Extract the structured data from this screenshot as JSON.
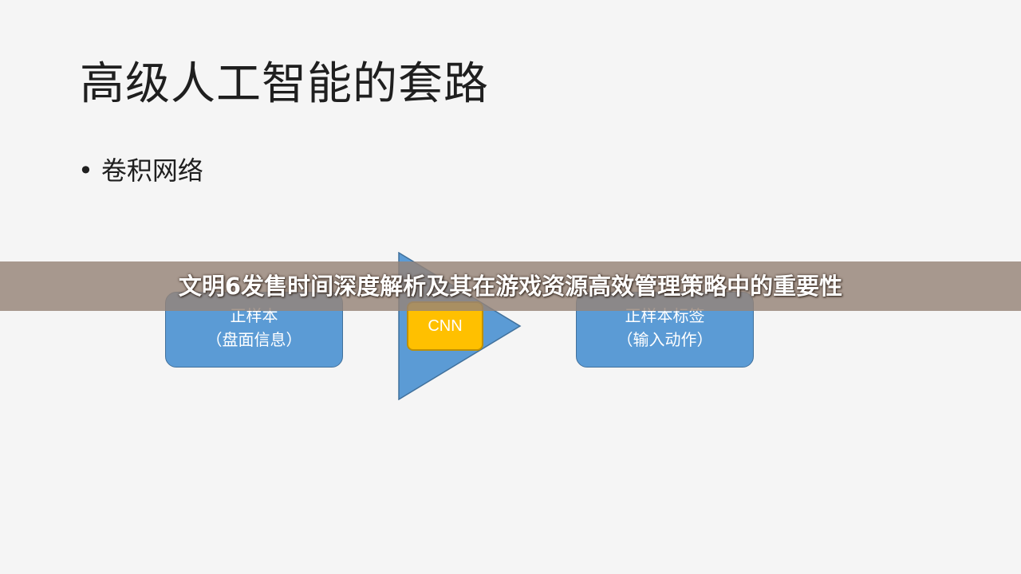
{
  "slide": {
    "title": "高级人工智能的套路",
    "bullet": {
      "marker": "•",
      "text": "卷积网络"
    }
  },
  "diagram": {
    "left_box": {
      "line1": "正样本",
      "line2": "（盘面信息）"
    },
    "center": {
      "label": "CNN"
    },
    "right_box": {
      "line1": "正样本标签",
      "line2": "（输入动作）"
    }
  },
  "overlay": {
    "caption": "文明6发售时间深度解析及其在游戏资源高效管理策略中的重要性"
  },
  "colors": {
    "box_blue": "#5b9bd5",
    "box_border": "#41719c",
    "triangle_blue": "#5b9bd5",
    "cnn_yellow": "#ffc000",
    "overlay_band": "#968478",
    "text_dark": "#1f1f1f"
  }
}
